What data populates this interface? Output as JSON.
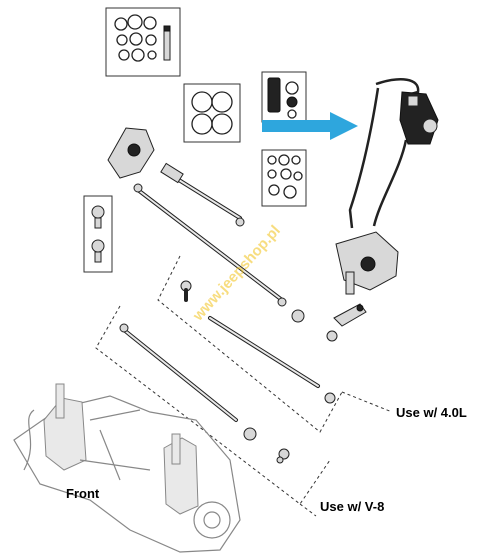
{
  "labels": {
    "use_40l": "Use w/ 4.0L",
    "use_v8": "Use w/ V-8",
    "front": "Front"
  },
  "watermark": "www.jeepshop.pl",
  "colors": {
    "arrow": "#2ea6dd",
    "watermark": "#f2c21a"
  }
}
